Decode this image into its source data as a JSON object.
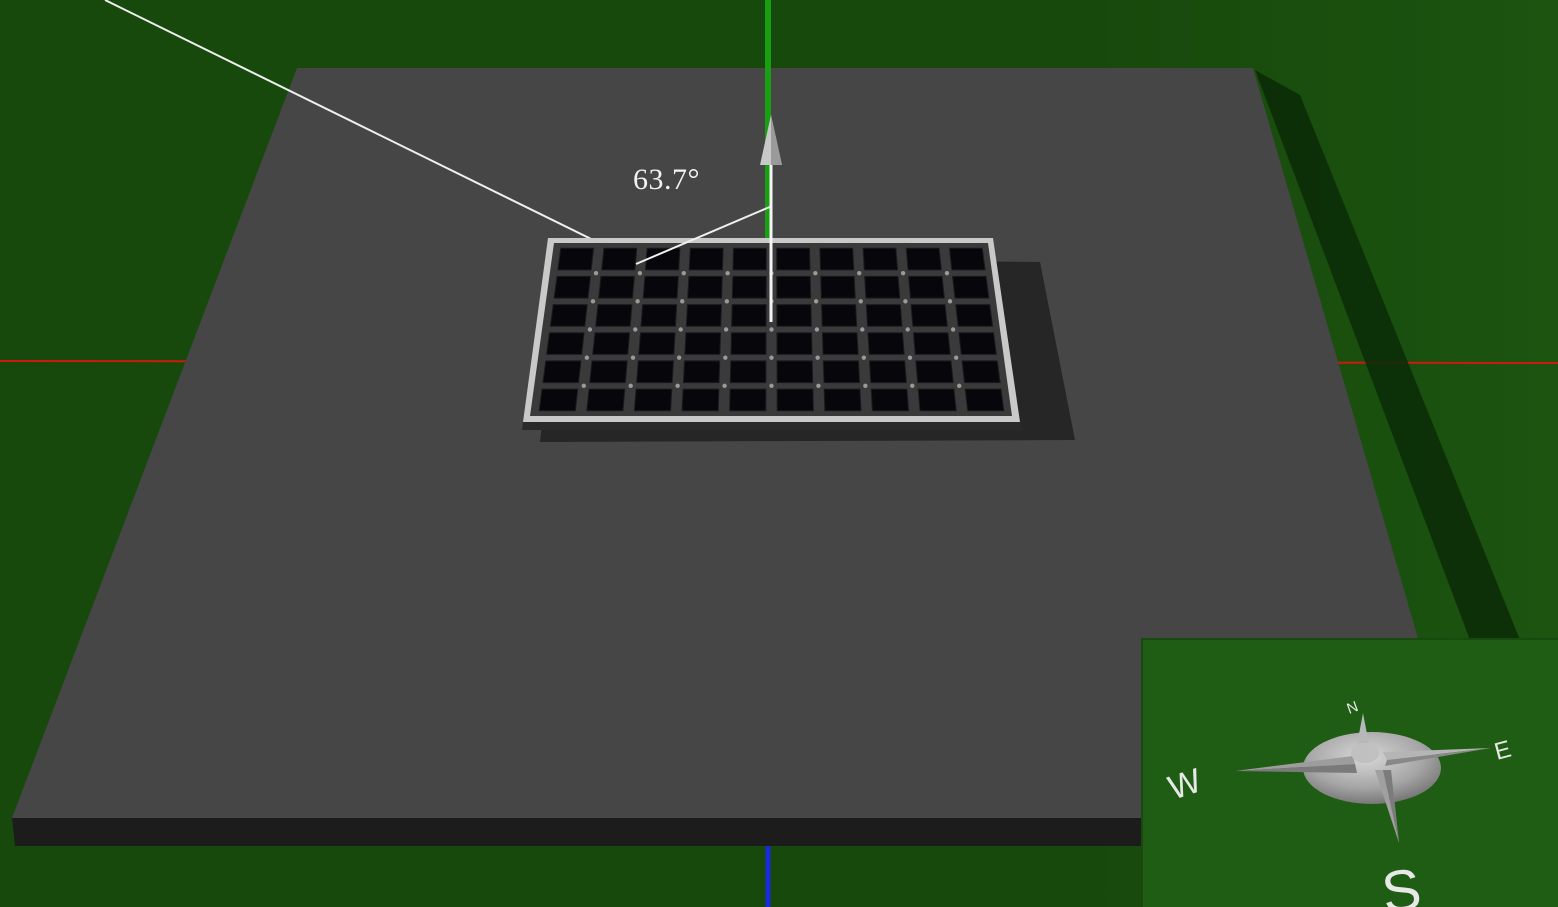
{
  "scene": {
    "ground_color": "#17490c",
    "platform_color": "#464646",
    "angle_label": "63.7°",
    "axes": {
      "x_axis_color": "#cc1a10",
      "y_axis_color": "#18a012",
      "z_axis_color": "#1a2bd8"
    },
    "solar_panel": {
      "rows": 6,
      "columns": 10,
      "cell_color": "#07070b",
      "frame_color": "#c9c9c9"
    }
  },
  "compass": {
    "background_color": "#1f5c14",
    "north_label": "N",
    "south_label": "S",
    "east_label": "E",
    "west_label": "W"
  }
}
